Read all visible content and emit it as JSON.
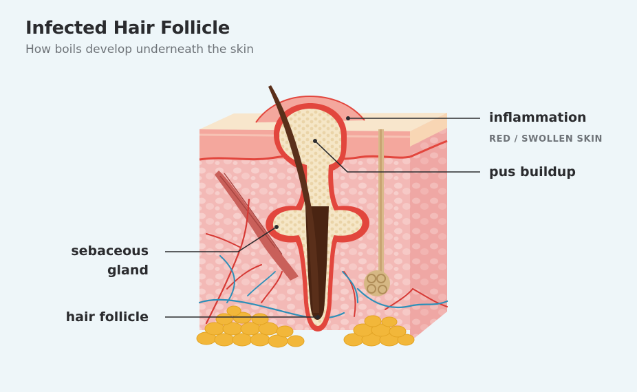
{
  "header": {
    "title": "Infected Hair Follicle",
    "subtitle": "How boils develop underneath the skin"
  },
  "labels": {
    "inflammation": "inflammation",
    "inflammation_sub": "RED / SWOLLEN SKIN",
    "pus_buildup": "pus buildup",
    "sebaceous_line1": "sebaceous",
    "sebaceous_line2": "gland",
    "hair_follicle": "hair follicle"
  },
  "colors": {
    "background": "#eef6f9",
    "skin_top": "#f7e3c8",
    "dermis": "#f3b7b4",
    "epidermis": "#f39c92",
    "inflamed": "#e2463d",
    "pus": "#f5e6c6",
    "hair": "#5a2f1a",
    "vessel_red": "#d63a35",
    "vessel_blue": "#2e8fb8",
    "fat": "#f2b73a",
    "text": "#2a2b2e",
    "muted": "#6e7378"
  }
}
